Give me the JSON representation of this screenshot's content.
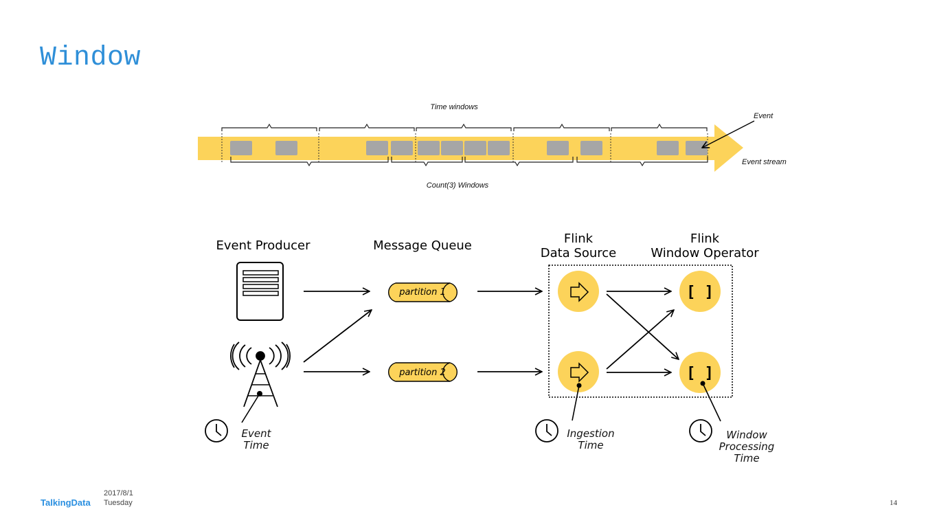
{
  "slide": {
    "title": "Window",
    "page_number": "14"
  },
  "footer": {
    "brand": "TalkingData",
    "date": "2017/8/1",
    "weekday": "Tuesday"
  },
  "stream_diagram": {
    "top_label": "Time windows",
    "bottom_label": "Count(3) Windows",
    "event_label": "Event",
    "stream_label": "Event stream",
    "colors": {
      "stream": "#fcd35a",
      "event": "#a6a6a6"
    }
  },
  "flow_diagram": {
    "headers": {
      "producer": "Event Producer",
      "queue": "Message Queue",
      "source_line1": "Flink",
      "source_line2": "Data Source",
      "operator_line1": "Flink",
      "operator_line2": "Window Operator"
    },
    "partitions": [
      "partition 1",
      "partition 2"
    ],
    "window_symbol": "[ ]",
    "time_labels": {
      "event_line1": "Event",
      "event_line2": "Time",
      "ingestion_line1": "Ingestion",
      "ingestion_line2": "Time",
      "processing_line1": "Window",
      "processing_line2": "Processing",
      "processing_line3": "Time"
    },
    "colors": {
      "node": "#fcd35a"
    }
  }
}
